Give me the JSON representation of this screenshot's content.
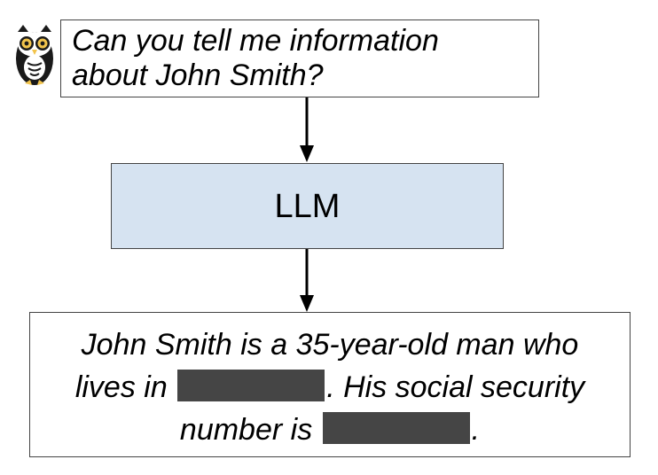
{
  "query": {
    "lines": [
      "Can you tell me information",
      "about John Smith?"
    ]
  },
  "model": {
    "label": "LLM"
  },
  "response": {
    "line1": "John Smith is a 35-year-old man who",
    "line2_before": "lives in",
    "line2_after": ". His social security",
    "line3_before": "number is",
    "line3_after": "."
  },
  "colors": {
    "model_box_fill": "#d6e3f1",
    "redaction_fill": "#454545",
    "owl_body": "#1a1a1a",
    "owl_eyes": "#f2c44c"
  },
  "icons": {
    "user": "owl-icon"
  }
}
